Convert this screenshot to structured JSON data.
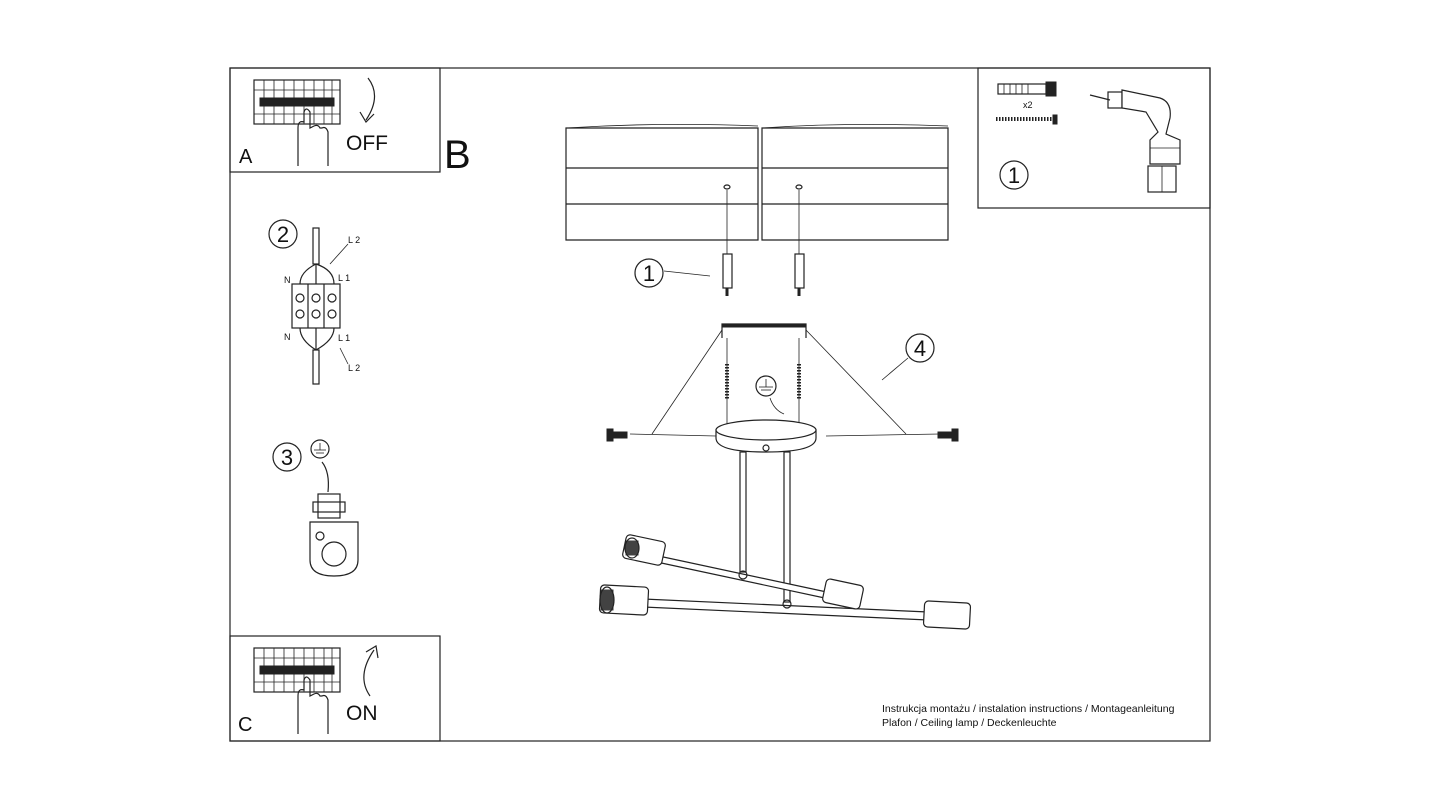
{
  "panels": {
    "a": {
      "letter": "A",
      "state": "OFF"
    },
    "b": {
      "letter": "B"
    },
    "c": {
      "letter": "C",
      "state": "ON"
    }
  },
  "steps": {
    "step1_tools": "1",
    "step1_main": "1",
    "step2": "2",
    "step3": "3",
    "step4": "4"
  },
  "tools": {
    "quantity": "x2"
  },
  "wiring": {
    "top_l2": "L 2",
    "top_n": "N",
    "top_l1": "L 1",
    "bottom_n": "N",
    "bottom_l1": "L 1",
    "bottom_l2": "L 2"
  },
  "footer": {
    "line1": "Instrukcja montażu / instalation instructions / Montageanleitung",
    "line2": "Plafon / Ceiling lamp / Deckenleuchte"
  },
  "icons": [
    "breaker-hand-icon",
    "arrow-down-icon",
    "arrow-up-icon",
    "drill-icon",
    "anchor-icon",
    "screw-icon",
    "ground-icon",
    "terminal-block-icon"
  ]
}
